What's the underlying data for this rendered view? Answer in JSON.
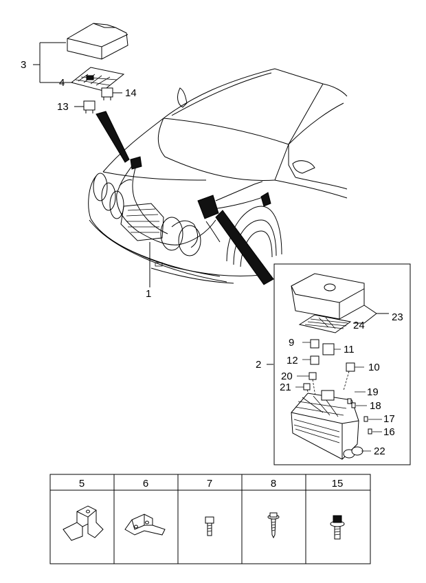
{
  "callouts": {
    "c1": "1",
    "c2": "2",
    "c3": "3",
    "c4": "4",
    "c9": "9",
    "c10": "10",
    "c11": "11",
    "c12": "12",
    "c13": "13",
    "c14": "14",
    "c16": "16",
    "c17": "17",
    "c18": "18",
    "c19": "19",
    "c20": "20",
    "c21": "21",
    "c22": "22",
    "c23": "23",
    "c24": "24"
  },
  "parts_table": {
    "headers": [
      "5",
      "6",
      "7",
      "8",
      "15"
    ]
  },
  "icons": {
    "car": "car-front-icon",
    "fuse_box": "fuse-box-icon",
    "relay": "relay-icon",
    "bracket": "bracket-icon",
    "bolt": "bolt-icon"
  }
}
